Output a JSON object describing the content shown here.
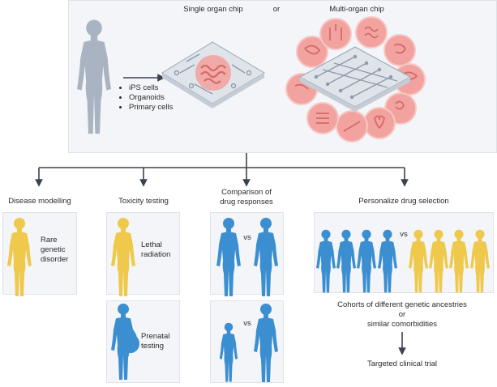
{
  "top": {
    "single_chip_label": "Single organ chip",
    "or_label": "or",
    "multi_chip_label": "Multi-organ chip",
    "sources": [
      "iPS cells",
      "Organoids",
      "Primary cells"
    ]
  },
  "columns": {
    "disease": {
      "title": "Disease modelling",
      "panel_text": "Rare\ngenetic\ndisorder"
    },
    "toxicity": {
      "title": "Toxicity testing",
      "panel1_text": "Lethal\nradiation",
      "panel2_text": "Prenatal\ntesting"
    },
    "comparison": {
      "title": "Comparison of\ndrug responses",
      "vs1": "vs",
      "vs2": "vs"
    },
    "personalize": {
      "title": "Personalize drug selection",
      "vs": "vs",
      "cohorts_text": "Cohorts of different genetic ancestries\nor\nsimilar comorbidities",
      "trial_text": "Targeted clinical trial"
    }
  },
  "colors": {
    "blue": "#3b8ed0",
    "yellow": "#efc94c",
    "grey": "#a9b3c2",
    "arrow": "#3c4250",
    "organ": "#f2a3a0"
  }
}
